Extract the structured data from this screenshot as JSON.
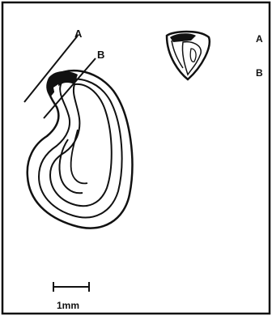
{
  "labels": {
    "cut_a": "A",
    "cut_b": "B",
    "legend_a": "A",
    "legend_b": "B",
    "scale": "1mm"
  }
}
